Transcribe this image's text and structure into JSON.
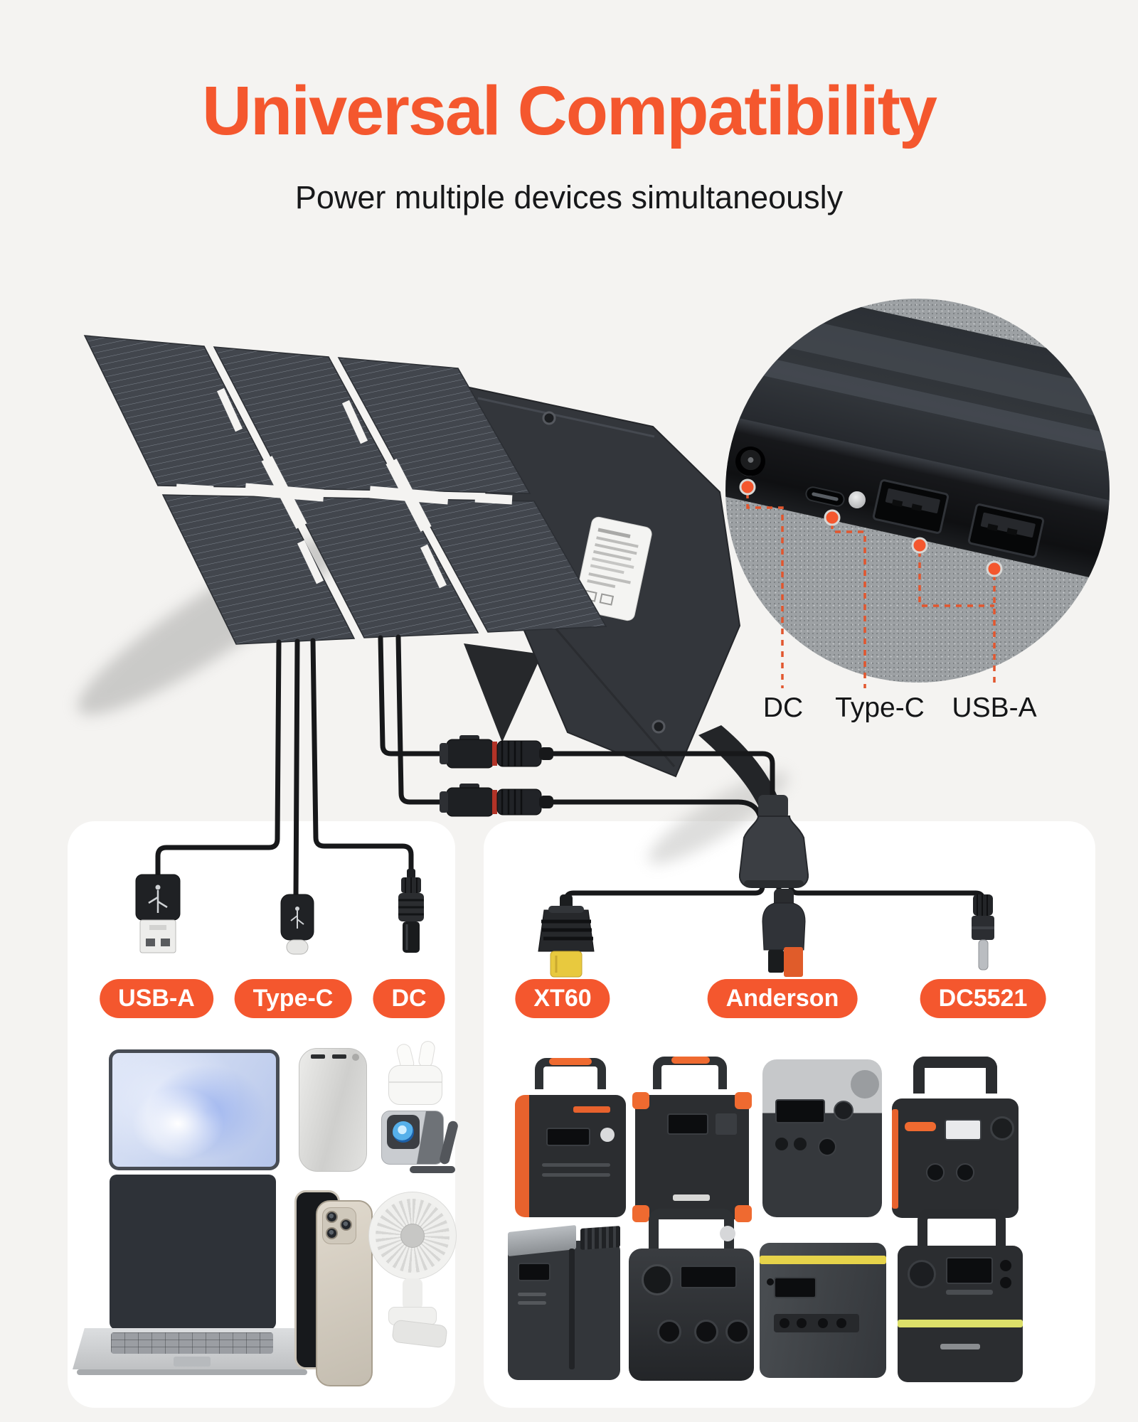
{
  "page": {
    "background": "#f4f3f1",
    "accent": "#f4572e"
  },
  "header": {
    "title": "Universal Compatibility",
    "subtitle": "Power multiple devices simultaneously"
  },
  "inset": {
    "callouts": [
      "DC",
      "Type-C",
      "USB-A"
    ]
  },
  "left_group": {
    "badges": [
      "USB-A",
      "Type-C",
      "DC"
    ]
  },
  "right_group": {
    "badges": [
      "XT60",
      "Anderson",
      "DC5521"
    ]
  }
}
